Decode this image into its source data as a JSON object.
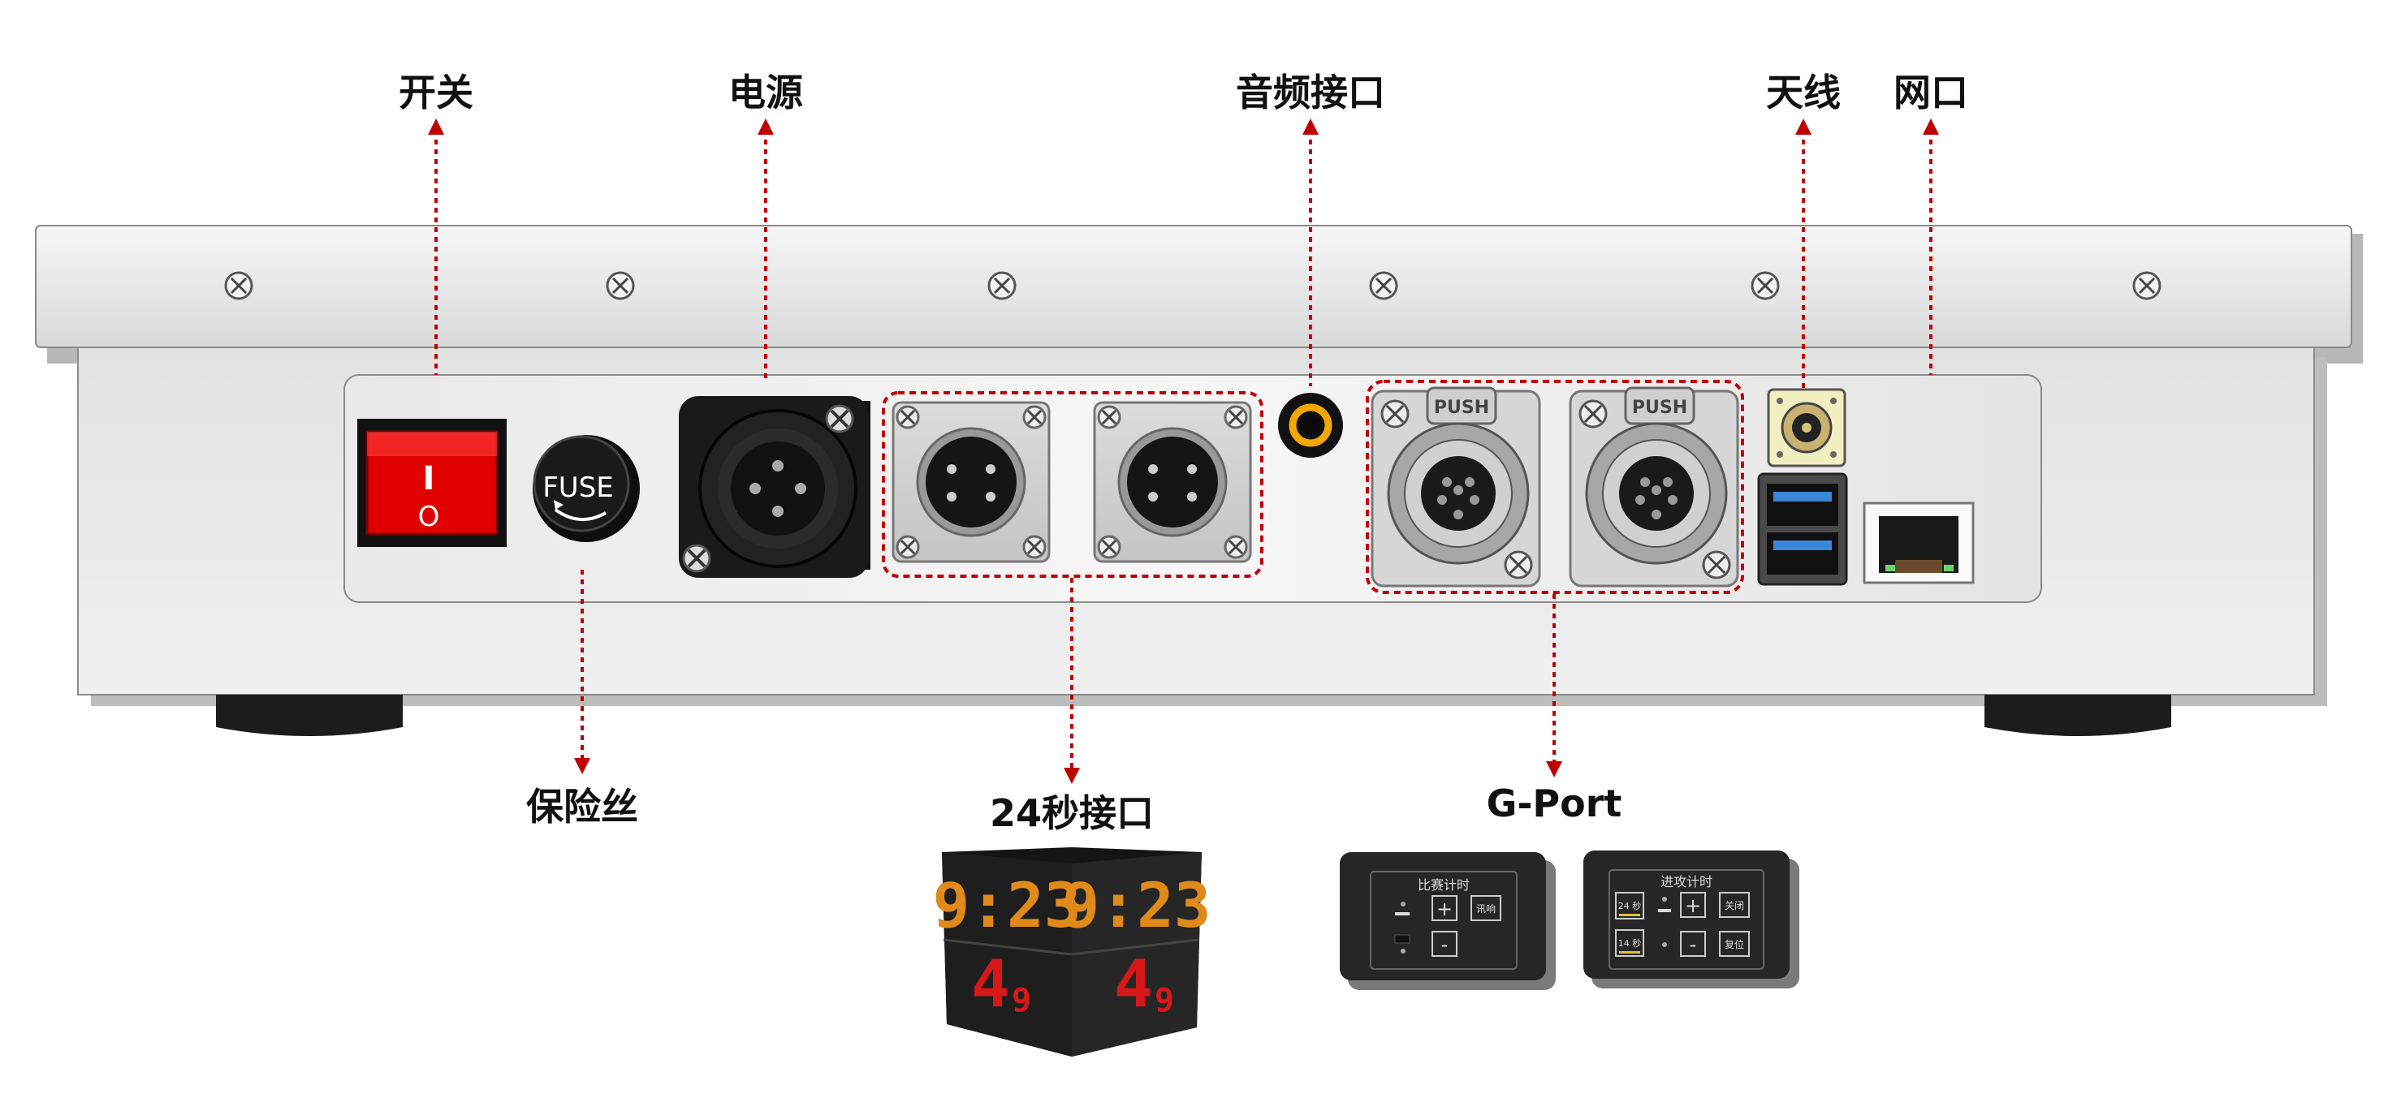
{
  "labels": {
    "switch": "开关",
    "power": "电源",
    "audio": "音频接口",
    "antenna": "天线",
    "network": "网口",
    "fuse": "保险丝",
    "shot_clock_port": "24秒接口",
    "gport": "G-Port"
  },
  "device": {
    "switch_on": "I",
    "switch_off": "O",
    "fuse_text": "FUSE",
    "push_left": "PUSH",
    "push_right": "PUSH"
  },
  "shot_clock": {
    "time": "9:23",
    "shot": "4",
    "shot_tenths": "9"
  },
  "panel_game": {
    "title": "比赛计时",
    "plus": "+",
    "minus": "-",
    "horn": "讯响"
  },
  "panel_shot": {
    "title": "进攻计时",
    "btn_24": "24 秒",
    "btn_14": "14 秒",
    "plus": "+",
    "minus": "-",
    "close": "关闭",
    "reset": "复位"
  },
  "colors": {
    "annotation": "#c00000",
    "switch": "#e00000",
    "audio_ring": "#f2a800",
    "usb": "#3a86d8",
    "antenna_plate": "#f3eec0",
    "digit_orange": "#e08a1a",
    "digit_red": "#d81818"
  }
}
